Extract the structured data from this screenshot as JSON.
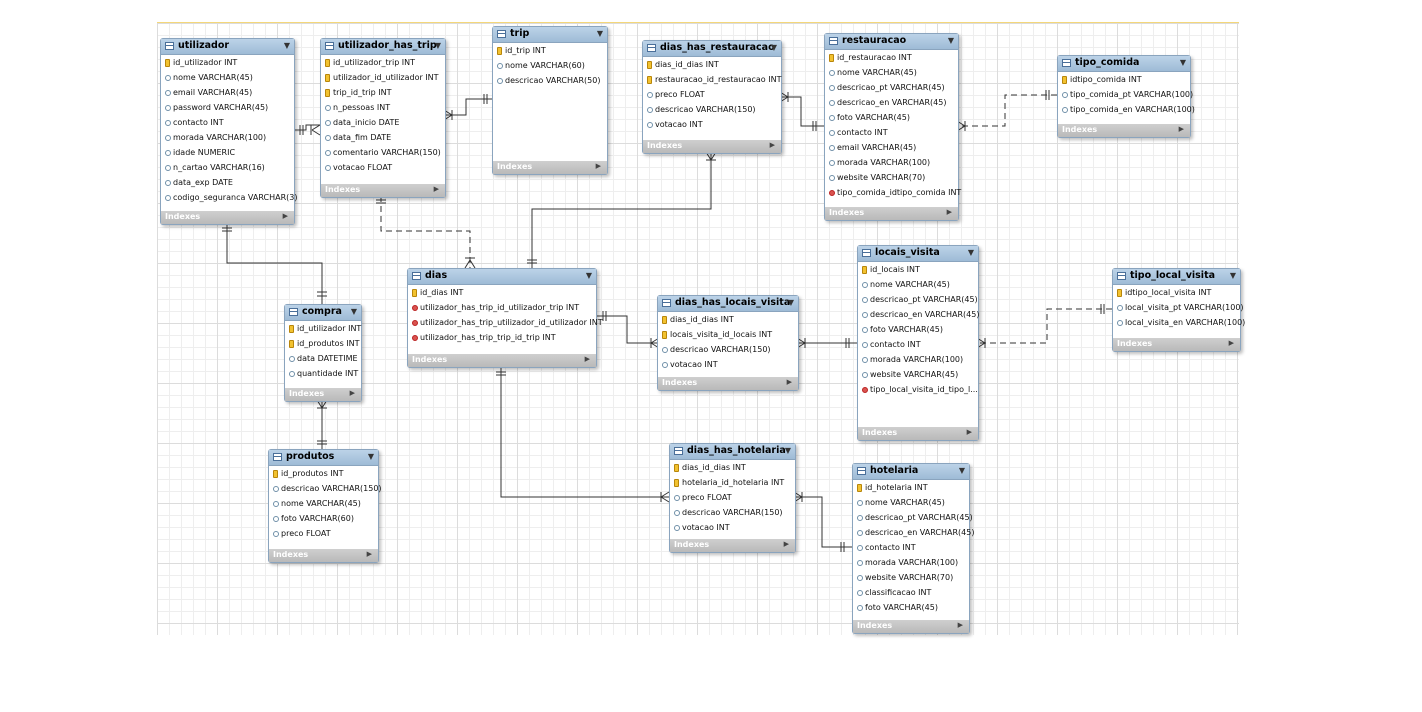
{
  "footer_label": "Indexes",
  "tables": [
    {
      "id": "utilizador",
      "name": "utilizador",
      "columns": [
        {
          "name": "id_utilizador INT",
          "kind": "pk"
        },
        {
          "name": "nome VARCHAR(45)",
          "kind": "col"
        },
        {
          "name": "email VARCHAR(45)",
          "kind": "col"
        },
        {
          "name": "password VARCHAR(45)",
          "kind": "col"
        },
        {
          "name": "contacto INT",
          "kind": "col"
        },
        {
          "name": "morada VARCHAR(100)",
          "kind": "col"
        },
        {
          "name": "idade NUMERIC",
          "kind": "col"
        },
        {
          "name": "n_cartao VARCHAR(16)",
          "kind": "col"
        },
        {
          "name": "data_exp DATE",
          "kind": "col"
        },
        {
          "name": "codigo_seguranca VARCHAR(3)",
          "kind": "col"
        }
      ]
    },
    {
      "id": "utilizador_has_trip",
      "name": "utilizador_has_trip",
      "columns": [
        {
          "name": "id_utilizador_trip INT",
          "kind": "pk"
        },
        {
          "name": "utilizador_id_utilizador INT",
          "kind": "pk"
        },
        {
          "name": "trip_id_trip INT",
          "kind": "pk"
        },
        {
          "name": "n_pessoas INT",
          "kind": "col"
        },
        {
          "name": "data_inicio DATE",
          "kind": "col"
        },
        {
          "name": "data_fim DATE",
          "kind": "col"
        },
        {
          "name": "comentario VARCHAR(150)",
          "kind": "col"
        },
        {
          "name": "votacao FLOAT",
          "kind": "col"
        }
      ]
    },
    {
      "id": "trip",
      "name": "trip",
      "columns": [
        {
          "name": "id_trip INT",
          "kind": "pk"
        },
        {
          "name": "nome VARCHAR(60)",
          "kind": "col"
        },
        {
          "name": "descricao VARCHAR(50)",
          "kind": "col"
        }
      ]
    },
    {
      "id": "dias_has_restauracao",
      "name": "dias_has_restauracao",
      "columns": [
        {
          "name": "dias_id_dias INT",
          "kind": "pk"
        },
        {
          "name": "restauracao_id_restauracao INT",
          "kind": "pk"
        },
        {
          "name": "preco FLOAT",
          "kind": "col"
        },
        {
          "name": "descricao VARCHAR(150)",
          "kind": "col"
        },
        {
          "name": "votacao INT",
          "kind": "col"
        }
      ]
    },
    {
      "id": "restauracao",
      "name": "restauracao",
      "columns": [
        {
          "name": "id_restauracao INT",
          "kind": "pk"
        },
        {
          "name": "nome VARCHAR(45)",
          "kind": "col"
        },
        {
          "name": "descricao_pt VARCHAR(45)",
          "kind": "col"
        },
        {
          "name": "descricao_en VARCHAR(45)",
          "kind": "col"
        },
        {
          "name": "foto VARCHAR(45)",
          "kind": "col"
        },
        {
          "name": "contacto INT",
          "kind": "col"
        },
        {
          "name": "email VARCHAR(45)",
          "kind": "col"
        },
        {
          "name": "morada VARCHAR(100)",
          "kind": "col"
        },
        {
          "name": "website VARCHAR(70)",
          "kind": "col"
        },
        {
          "name": "tipo_comida_idtipo_comida INT",
          "kind": "fk"
        }
      ]
    },
    {
      "id": "tipo_comida",
      "name": "tipo_comida",
      "columns": [
        {
          "name": "idtipo_comida INT",
          "kind": "pk"
        },
        {
          "name": "tipo_comida_pt VARCHAR(100)",
          "kind": "col"
        },
        {
          "name": "tipo_comida_en VARCHAR(100)",
          "kind": "col"
        }
      ]
    },
    {
      "id": "compra",
      "name": "compra",
      "columns": [
        {
          "name": "id_utilizador INT",
          "kind": "pk"
        },
        {
          "name": "id_produtos INT",
          "kind": "pk"
        },
        {
          "name": "data DATETIME",
          "kind": "col"
        },
        {
          "name": "quantidade INT",
          "kind": "col"
        }
      ]
    },
    {
      "id": "dias",
      "name": "dias",
      "columns": [
        {
          "name": "id_dias INT",
          "kind": "pk"
        },
        {
          "name": "utilizador_has_trip_id_utilizador_trip INT",
          "kind": "fk"
        },
        {
          "name": "utilizador_has_trip_utilizador_id_utilizador INT",
          "kind": "fk"
        },
        {
          "name": "utilizador_has_trip_trip_id_trip INT",
          "kind": "fk"
        }
      ]
    },
    {
      "id": "dias_has_locais_visita",
      "name": "dias_has_locais_visita",
      "columns": [
        {
          "name": "dias_id_dias INT",
          "kind": "pk"
        },
        {
          "name": "locais_visita_id_locais INT",
          "kind": "pk"
        },
        {
          "name": "descricao VARCHAR(150)",
          "kind": "col"
        },
        {
          "name": "votacao INT",
          "kind": "col"
        }
      ]
    },
    {
      "id": "locais_visita",
      "name": "locais_visita",
      "columns": [
        {
          "name": "id_locais INT",
          "kind": "pk"
        },
        {
          "name": "nome VARCHAR(45)",
          "kind": "col"
        },
        {
          "name": "descricao_pt VARCHAR(45)",
          "kind": "col"
        },
        {
          "name": "descricao_en VARCHAR(45)",
          "kind": "col"
        },
        {
          "name": "foto VARCHAR(45)",
          "kind": "col"
        },
        {
          "name": "contacto INT",
          "kind": "col"
        },
        {
          "name": "morada VARCHAR(100)",
          "kind": "col"
        },
        {
          "name": "website VARCHAR(45)",
          "kind": "col"
        },
        {
          "name": "tipo_local_visita_id_tipo_l...",
          "kind": "fk"
        }
      ]
    },
    {
      "id": "tipo_local_visita",
      "name": "tipo_local_visita",
      "columns": [
        {
          "name": "idtipo_local_visita INT",
          "kind": "pk"
        },
        {
          "name": "local_visita_pt VARCHAR(100)",
          "kind": "col"
        },
        {
          "name": "local_visita_en VARCHAR(100)",
          "kind": "col"
        }
      ]
    },
    {
      "id": "produtos",
      "name": "produtos",
      "columns": [
        {
          "name": "id_produtos INT",
          "kind": "pk"
        },
        {
          "name": "descricao VARCHAR(150)",
          "kind": "col"
        },
        {
          "name": "nome VARCHAR(45)",
          "kind": "col"
        },
        {
          "name": "foto VARCHAR(60)",
          "kind": "col"
        },
        {
          "name": "preco FLOAT",
          "kind": "col"
        }
      ]
    },
    {
      "id": "dias_has_hotelaria",
      "name": "dias_has_hotelaria",
      "columns": [
        {
          "name": "dias_id_dias INT",
          "kind": "pk"
        },
        {
          "name": "hotelaria_id_hotelaria INT",
          "kind": "pk"
        },
        {
          "name": "preco FLOAT",
          "kind": "col"
        },
        {
          "name": "descricao VARCHAR(150)",
          "kind": "col"
        },
        {
          "name": "votacao INT",
          "kind": "col"
        }
      ]
    },
    {
      "id": "hotelaria",
      "name": "hotelaria",
      "columns": [
        {
          "name": "id_hotelaria INT",
          "kind": "pk"
        },
        {
          "name": "nome VARCHAR(45)",
          "kind": "col"
        },
        {
          "name": "descricao_pt VARCHAR(45)",
          "kind": "col"
        },
        {
          "name": "descricao_en VARCHAR(45)",
          "kind": "col"
        },
        {
          "name": "contacto INT",
          "kind": "col"
        },
        {
          "name": "morada VARCHAR(100)",
          "kind": "col"
        },
        {
          "name": "website VARCHAR(70)",
          "kind": "col"
        },
        {
          "name": "classificacao INT",
          "kind": "col"
        },
        {
          "name": "foto VARCHAR(45)",
          "kind": "col"
        }
      ]
    }
  ],
  "relationships": [
    {
      "from": "utilizador",
      "to": "utilizador_has_trip",
      "identifying": true
    },
    {
      "from": "trip",
      "to": "utilizador_has_trip",
      "identifying": true
    },
    {
      "from": "utilizador_has_trip",
      "to": "dias",
      "identifying": false
    },
    {
      "from": "utilizador",
      "to": "compra",
      "identifying": true
    },
    {
      "from": "produtos",
      "to": "compra",
      "identifying": true
    },
    {
      "from": "dias",
      "to": "dias_has_restauracao",
      "identifying": true
    },
    {
      "from": "restauracao",
      "to": "dias_has_restauracao",
      "identifying": true
    },
    {
      "from": "tipo_comida",
      "to": "restauracao",
      "identifying": false
    },
    {
      "from": "dias",
      "to": "dias_has_locais_visita",
      "identifying": true
    },
    {
      "from": "locais_visita",
      "to": "dias_has_locais_visita",
      "identifying": true
    },
    {
      "from": "tipo_local_visita",
      "to": "locais_visita",
      "identifying": false
    },
    {
      "from": "dias",
      "to": "dias_has_hotelaria",
      "identifying": true
    },
    {
      "from": "hotelaria",
      "to": "dias_has_hotelaria",
      "identifying": true
    }
  ]
}
